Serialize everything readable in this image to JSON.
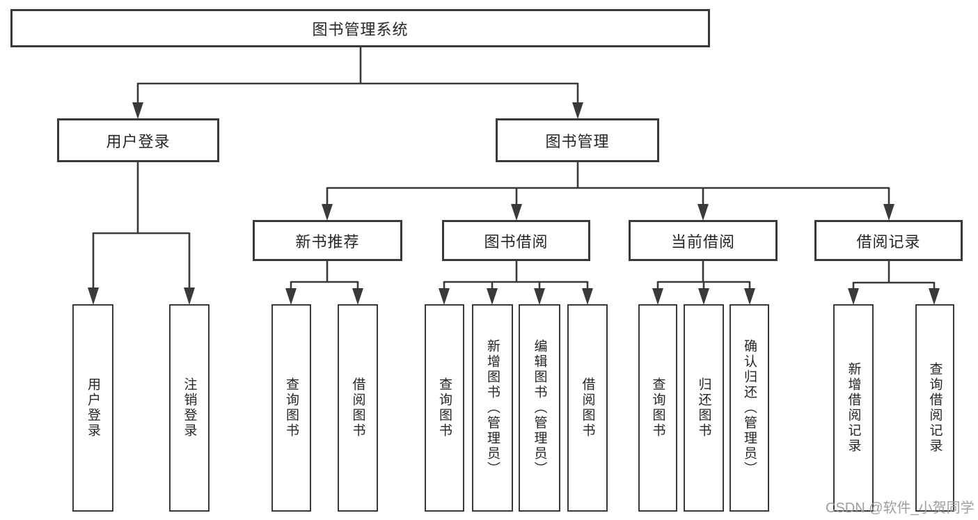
{
  "tree": {
    "root": {
      "label": "图书管理系统"
    },
    "level2": [
      {
        "label": "用户登录"
      },
      {
        "label": "图书管理"
      }
    ],
    "login_children": [
      {
        "label": "用户登录"
      },
      {
        "label": "注销登录"
      }
    ],
    "groups": [
      {
        "label": "新书推荐",
        "children": [
          {
            "label": "查询图书"
          },
          {
            "label": "借阅图书"
          }
        ]
      },
      {
        "label": "图书借阅",
        "children": [
          {
            "label": "查询图书"
          },
          {
            "label": "新增图书（管理员）"
          },
          {
            "label": "编辑图书（管理员）"
          },
          {
            "label": "借阅图书"
          }
        ]
      },
      {
        "label": "当前借阅",
        "children": [
          {
            "label": "查询图书"
          },
          {
            "label": "归还图书"
          },
          {
            "label": "确认归还（管理员）"
          }
        ]
      },
      {
        "label": "借阅记录",
        "children": [
          {
            "label": "新增借阅记录"
          },
          {
            "label": "查询借阅记录"
          }
        ]
      }
    ]
  },
  "watermark": {
    "text": "CSDN @软件_小贺同学"
  },
  "colors": {
    "line": "#3a3a3a",
    "text": "#262626",
    "background": "#ffffff",
    "watermark": "#9e9e9e"
  }
}
